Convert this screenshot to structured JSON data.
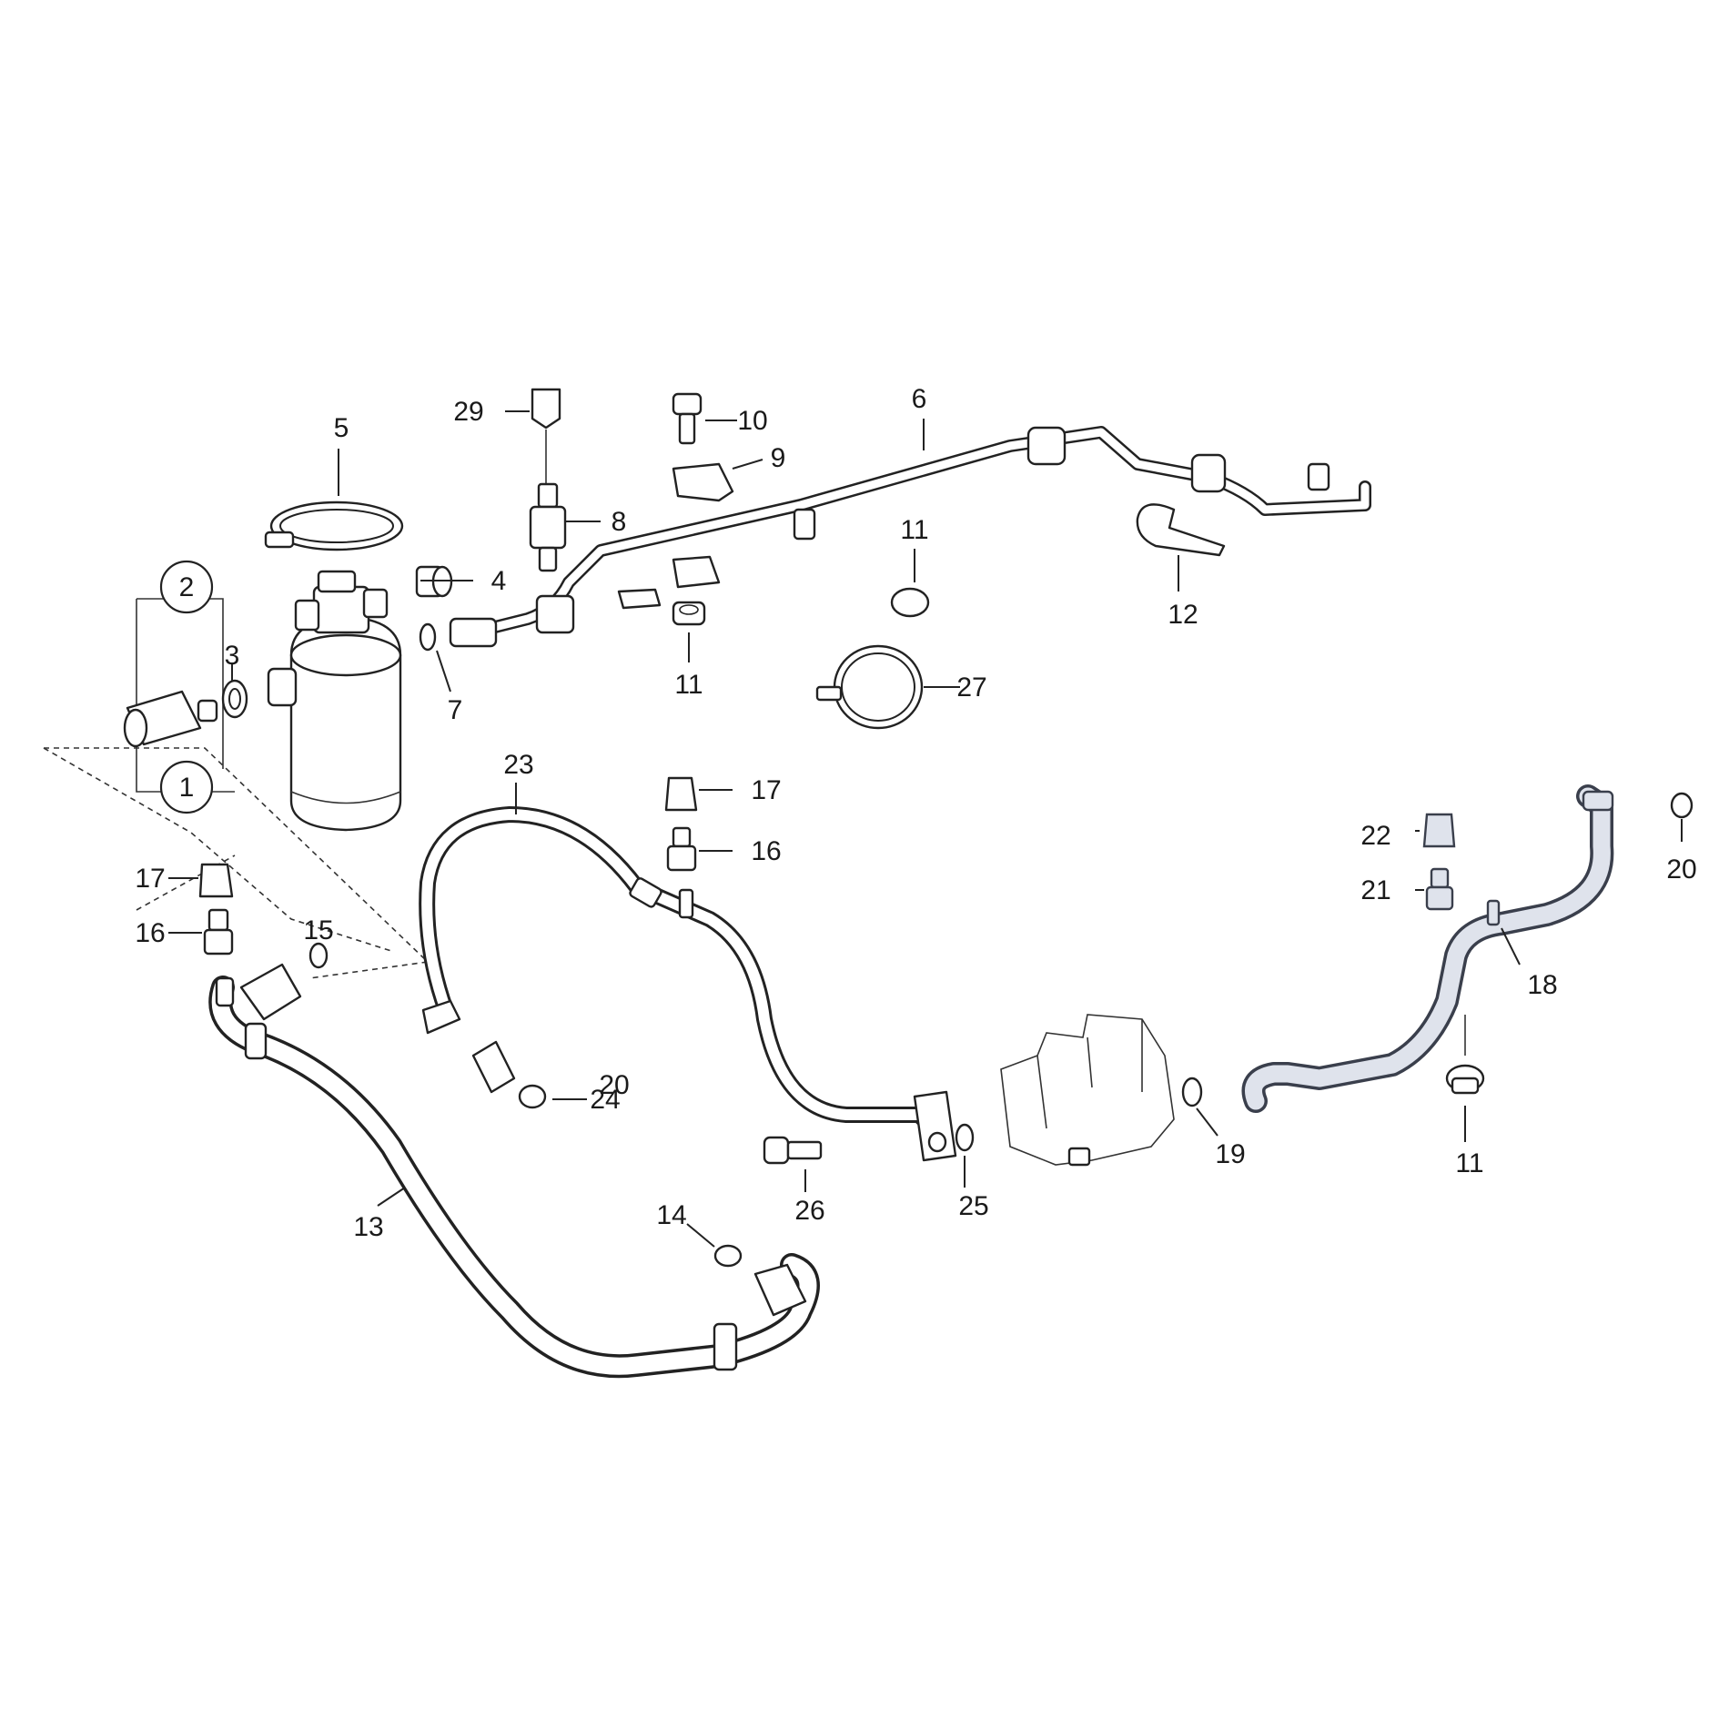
{
  "callouts": {
    "c1": "1",
    "c2": "2",
    "c3": "3",
    "c4": "4",
    "c5": "5",
    "c6": "6",
    "c7": "7",
    "c8": "8",
    "c9": "9",
    "c10": "10",
    "c11a": "11",
    "c11b": "11",
    "c11c": "11",
    "c12": "12",
    "c13": "13",
    "c14": "14",
    "c15": "15",
    "c16a": "16",
    "c16b": "16",
    "c17a": "17",
    "c17b": "17",
    "c18": "18",
    "c19": "19",
    "c20a": "20",
    "c20b": "20",
    "c21": "21",
    "c22": "22",
    "c23": "23",
    "c24": "24",
    "c25": "25",
    "c26": "26",
    "c27": "27",
    "c29": "29"
  },
  "colors": {
    "line": "#222222",
    "highlight_part": "#dfe3ec",
    "background": "#ffffff"
  }
}
